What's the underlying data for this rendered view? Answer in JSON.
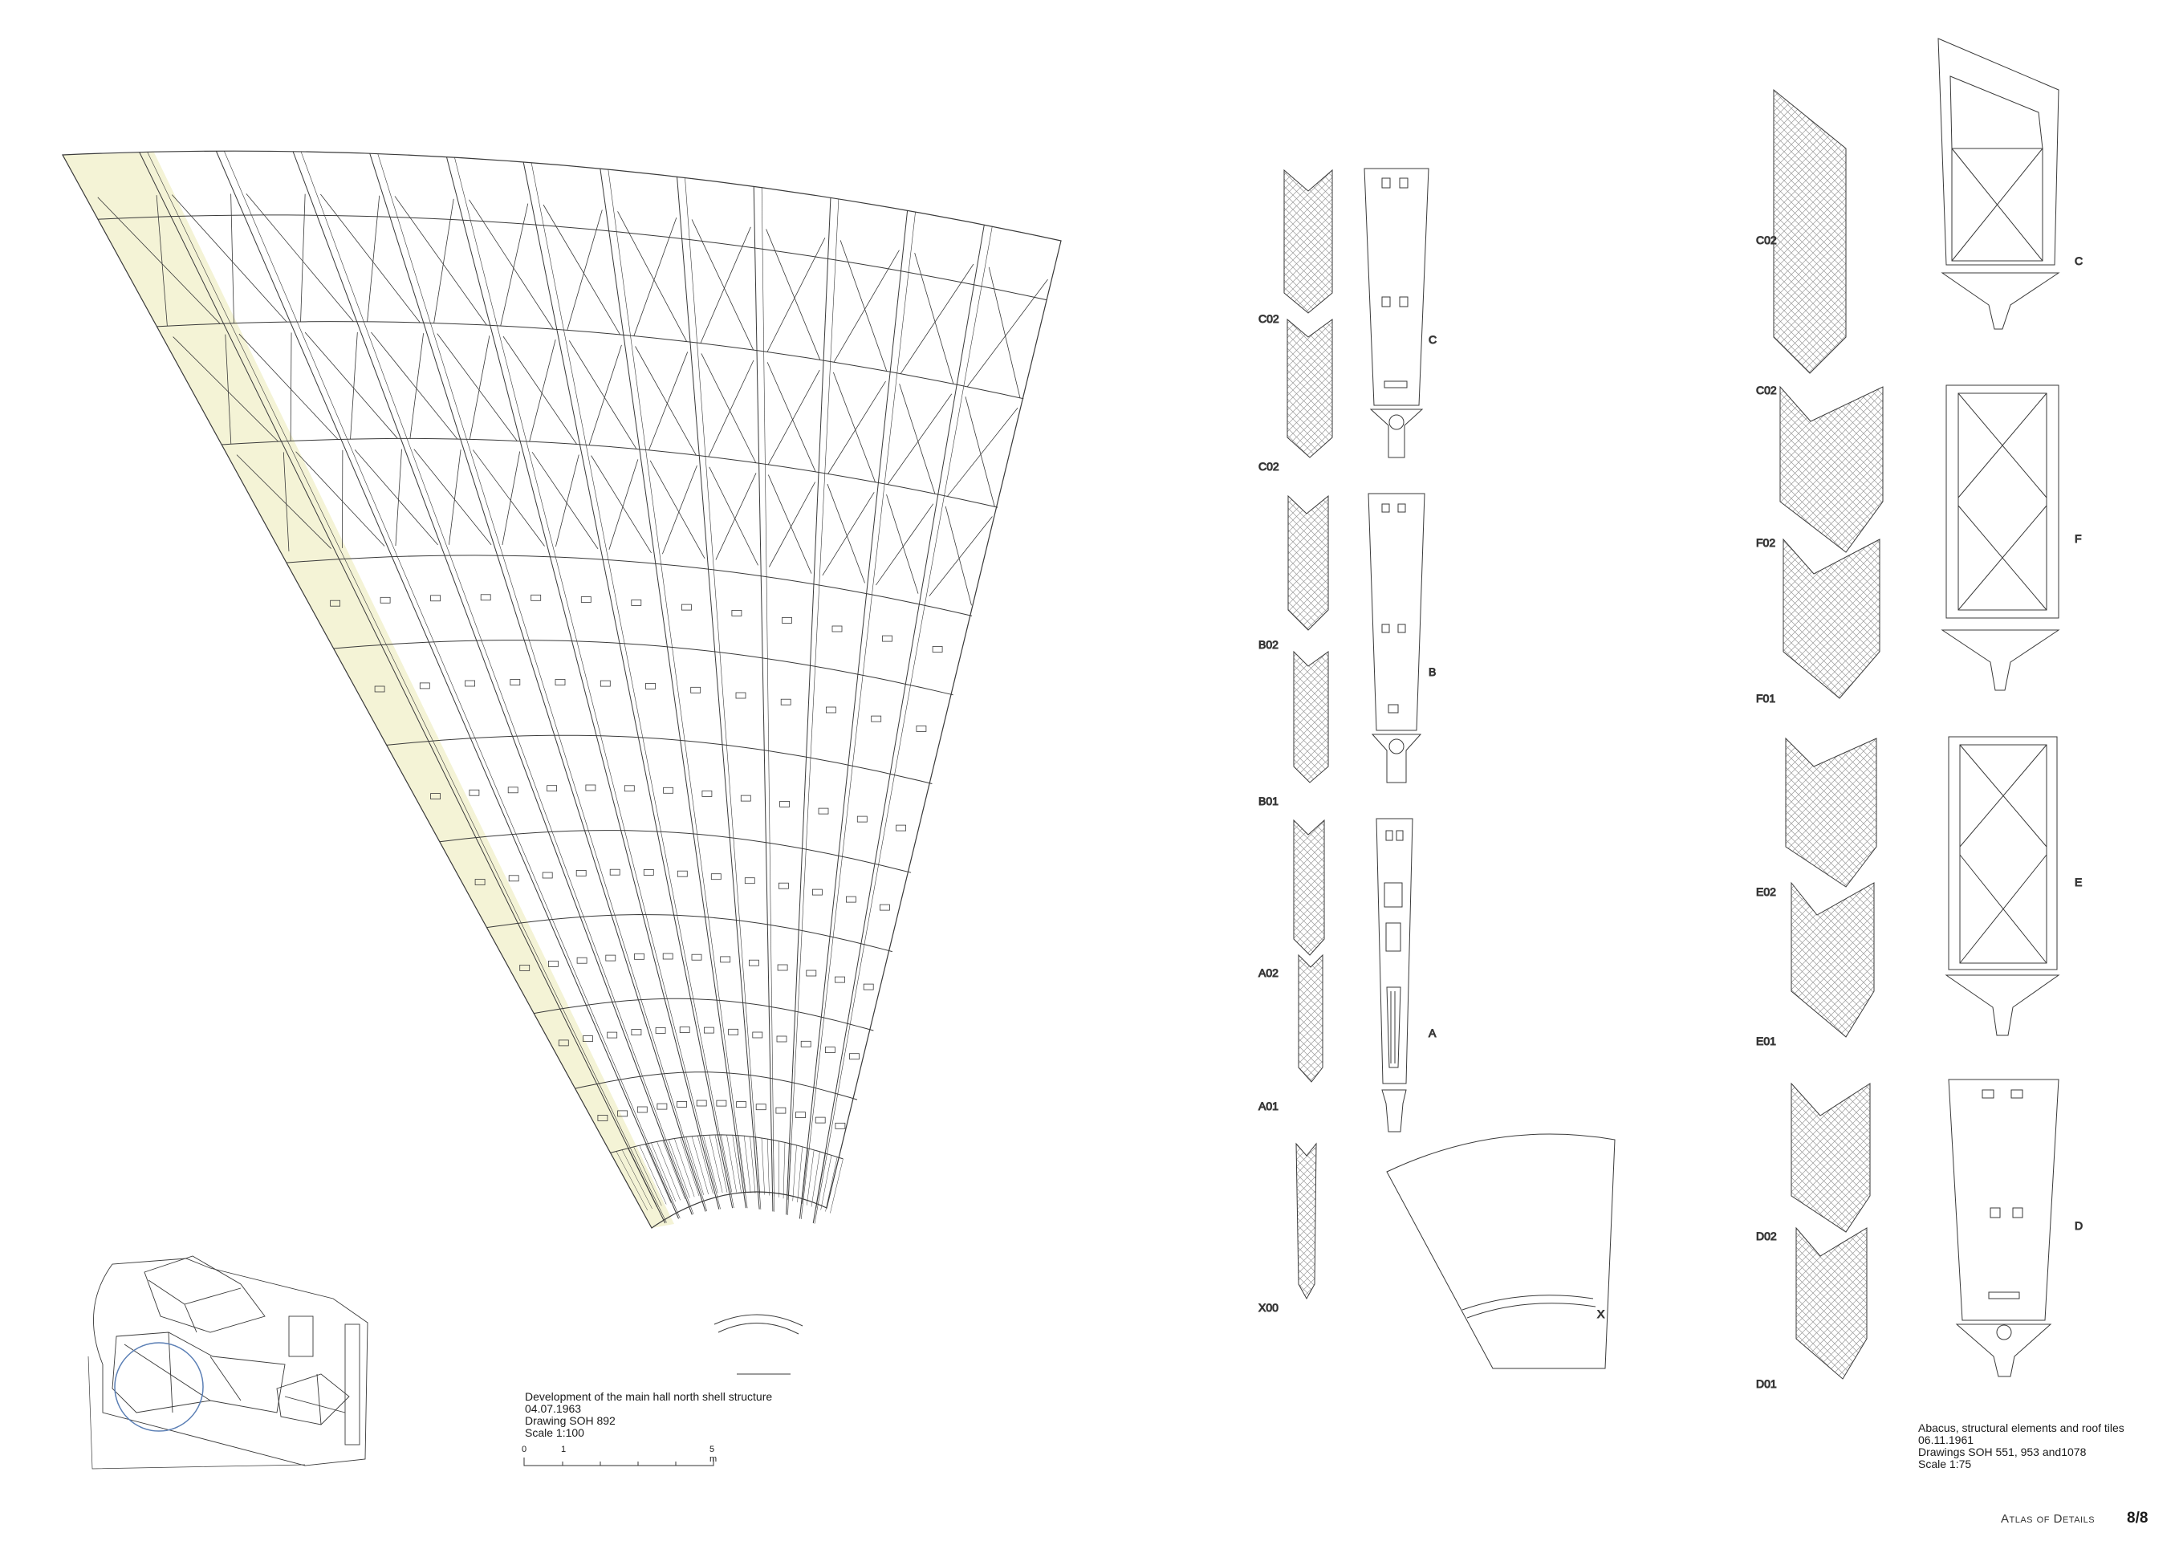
{
  "main_caption": {
    "title": "Development of the main hall north shell structure",
    "date": "04.07.1963",
    "drawing": "Drawing SOH 892",
    "scale": "Scale 1:100"
  },
  "scale_bar": {
    "ticks": [
      "0",
      "1",
      "5 m"
    ]
  },
  "elements_caption": {
    "title": "Abacus, structural elements and roof tiles",
    "date": "06.11.1961",
    "drawing": "Drawings SOH 551, 953 and1078",
    "scale": "Scale 1:75"
  },
  "middle_labels": {
    "c02_top": "C02",
    "c02_bottom": "C02",
    "c": "C",
    "b02": "B02",
    "b01": "B01",
    "b": "B",
    "a02": "A02",
    "a01": "A01",
    "a": "A",
    "x00": "X00",
    "x": "X"
  },
  "right_labels": {
    "c02_a": "C02",
    "c": "C",
    "c02_b": "C02",
    "f02": "F02",
    "f01": "F01",
    "f": "F",
    "e02": "E02",
    "e01": "E01",
    "e": "E",
    "d02": "D02",
    "d01": "D01",
    "d": "D"
  },
  "footer": {
    "brand": "Atlas of Details",
    "page": "8/8"
  },
  "colors": {
    "line": "#3a3a3a",
    "highlight": "#f4f3d6",
    "hatch": "#9a9a9a",
    "locator_circle": "#5b7fb5"
  }
}
